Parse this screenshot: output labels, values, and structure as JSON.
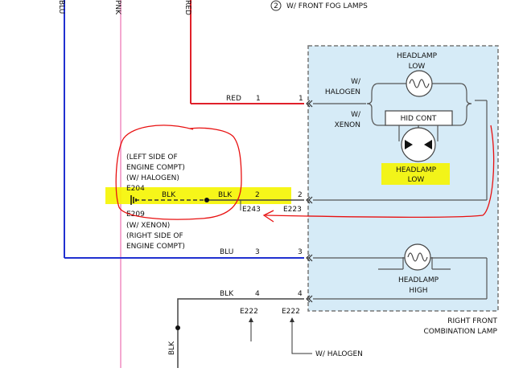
{
  "note": {
    "marker": "2",
    "text": "W/ FRONT FOG LAMPS"
  },
  "top_wire_labels": {
    "left": "BLU",
    "middle": "PNK",
    "right": "RED"
  },
  "colors": {
    "red_wire": "#e0202a",
    "blue_wire": "#2030d0",
    "pink_wire": "#f08cc0",
    "black_wire": "#444444",
    "component_fill": "#d6ebf7",
    "component_border": "#777777",
    "highlight": "#f5f500",
    "annotation": "#e81010"
  },
  "wires": [
    {
      "color_label": "RED",
      "circuit": "1",
      "pin": "1"
    },
    {
      "color_label": "BLK",
      "circuit": "2",
      "pin": "2"
    },
    {
      "color_label": "BLU",
      "circuit": "3",
      "pin": "3"
    },
    {
      "color_label": "BLK",
      "circuit": "4",
      "pin": "4"
    }
  ],
  "ground": {
    "wire_label": "BLK",
    "lines": [
      "(LEFT SIDE OF",
      "ENGINE COMPT)",
      "(W/ HALOGEN)",
      "E204"
    ],
    "lines_bottom": [
      "E209",
      "(W/ XENON)",
      "(RIGHT SIDE OF",
      "ENGINE COMPT)"
    ]
  },
  "connectors": {
    "e243": "E243",
    "e223": "E223",
    "e222_left": "E222",
    "e222_right": "E222"
  },
  "component": {
    "low_title": [
      "HEADLAMP",
      "LOW"
    ],
    "halogen_label": [
      "W/",
      "HALOGEN"
    ],
    "xenon_label": [
      "W/",
      "XENON"
    ],
    "hid_cont": "HID CONT",
    "xenon_lamp_label": [
      "HEADLAMP",
      "LOW"
    ],
    "high_label": [
      "HEADLAMP",
      "HIGH"
    ],
    "name": [
      "RIGHT FRONT",
      "COMBINATION LAMP"
    ]
  },
  "bottom": {
    "wire_label": "BLK",
    "halogen_note": "W/ HALOGEN"
  }
}
